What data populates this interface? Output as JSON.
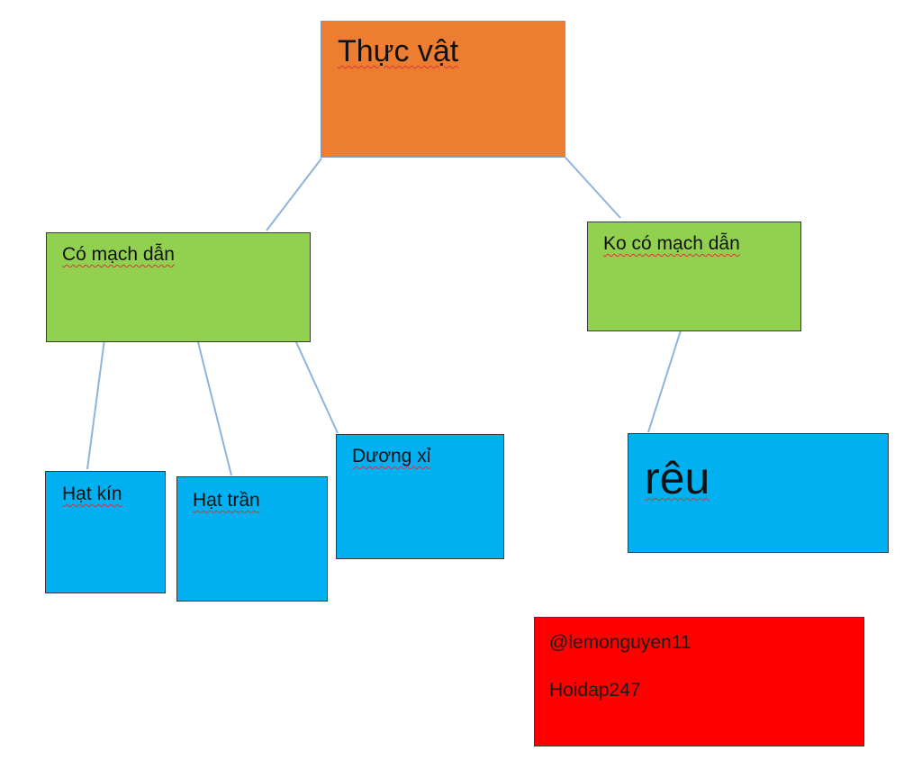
{
  "colors": {
    "root_fill": "#ED7D31",
    "branch_fill": "#92D050",
    "leaf_fill": "#00B0F0",
    "credit_fill": "#FF0000",
    "connector": "#8FB4DC"
  },
  "diagram": {
    "root": {
      "label": "Thực vật"
    },
    "branches": [
      {
        "label": "Có mạch dẫn",
        "children": [
          {
            "label": "Hạt kín"
          },
          {
            "label": "Hạt trần"
          },
          {
            "label": "Dương xỉ"
          }
        ]
      },
      {
        "label": "Ko có mạch dẫn",
        "children": [
          {
            "label": "rêu"
          }
        ]
      }
    ]
  },
  "credit": {
    "user": "@lemonguyen11",
    "site": "Hoidap247"
  }
}
